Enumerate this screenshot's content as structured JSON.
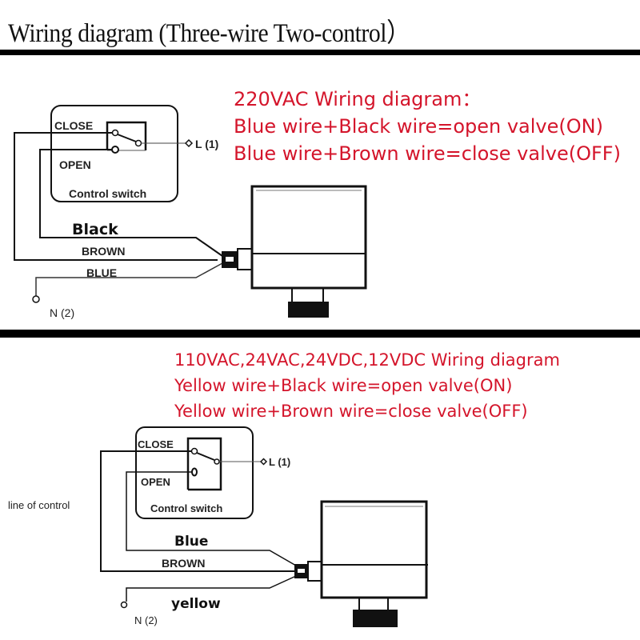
{
  "title": "Wiring diagram (Three-wire Two-control）",
  "section_220": {
    "heading": "220VAC Wiring diagram：",
    "rule_on": "Blue wire+Black wire=open valve(ON)",
    "rule_off": "Blue wire+Brown wire=close valve(OFF)",
    "switch": {
      "close": "CLOSE",
      "open": "OPEN",
      "caption": "Control switch",
      "line_terminal": "L (1)"
    },
    "wires": {
      "top": "Black",
      "middle": "BROWN",
      "bottom": "BLUE"
    },
    "neutral_terminal": "N (2)"
  },
  "section_low": {
    "heading": "110VAC,24VAC,24VDC,12VDC Wiring diagram",
    "rule_on": "Yellow wire+Black wire=open valve(ON)",
    "rule_off": "Yellow wire+Brown wire=close valve(OFF)",
    "switch": {
      "close": "CLOSE",
      "open": "OPEN",
      "caption": "Control switch",
      "line_terminal": "L (1)"
    },
    "line_of_control": "line of control",
    "wires": {
      "top": "Blue",
      "middle": "BROWN",
      "bottom": "yellow"
    },
    "neutral_terminal": "N (2)"
  },
  "colors": {
    "annotation_red": "#d4152b",
    "line": "#111111"
  }
}
